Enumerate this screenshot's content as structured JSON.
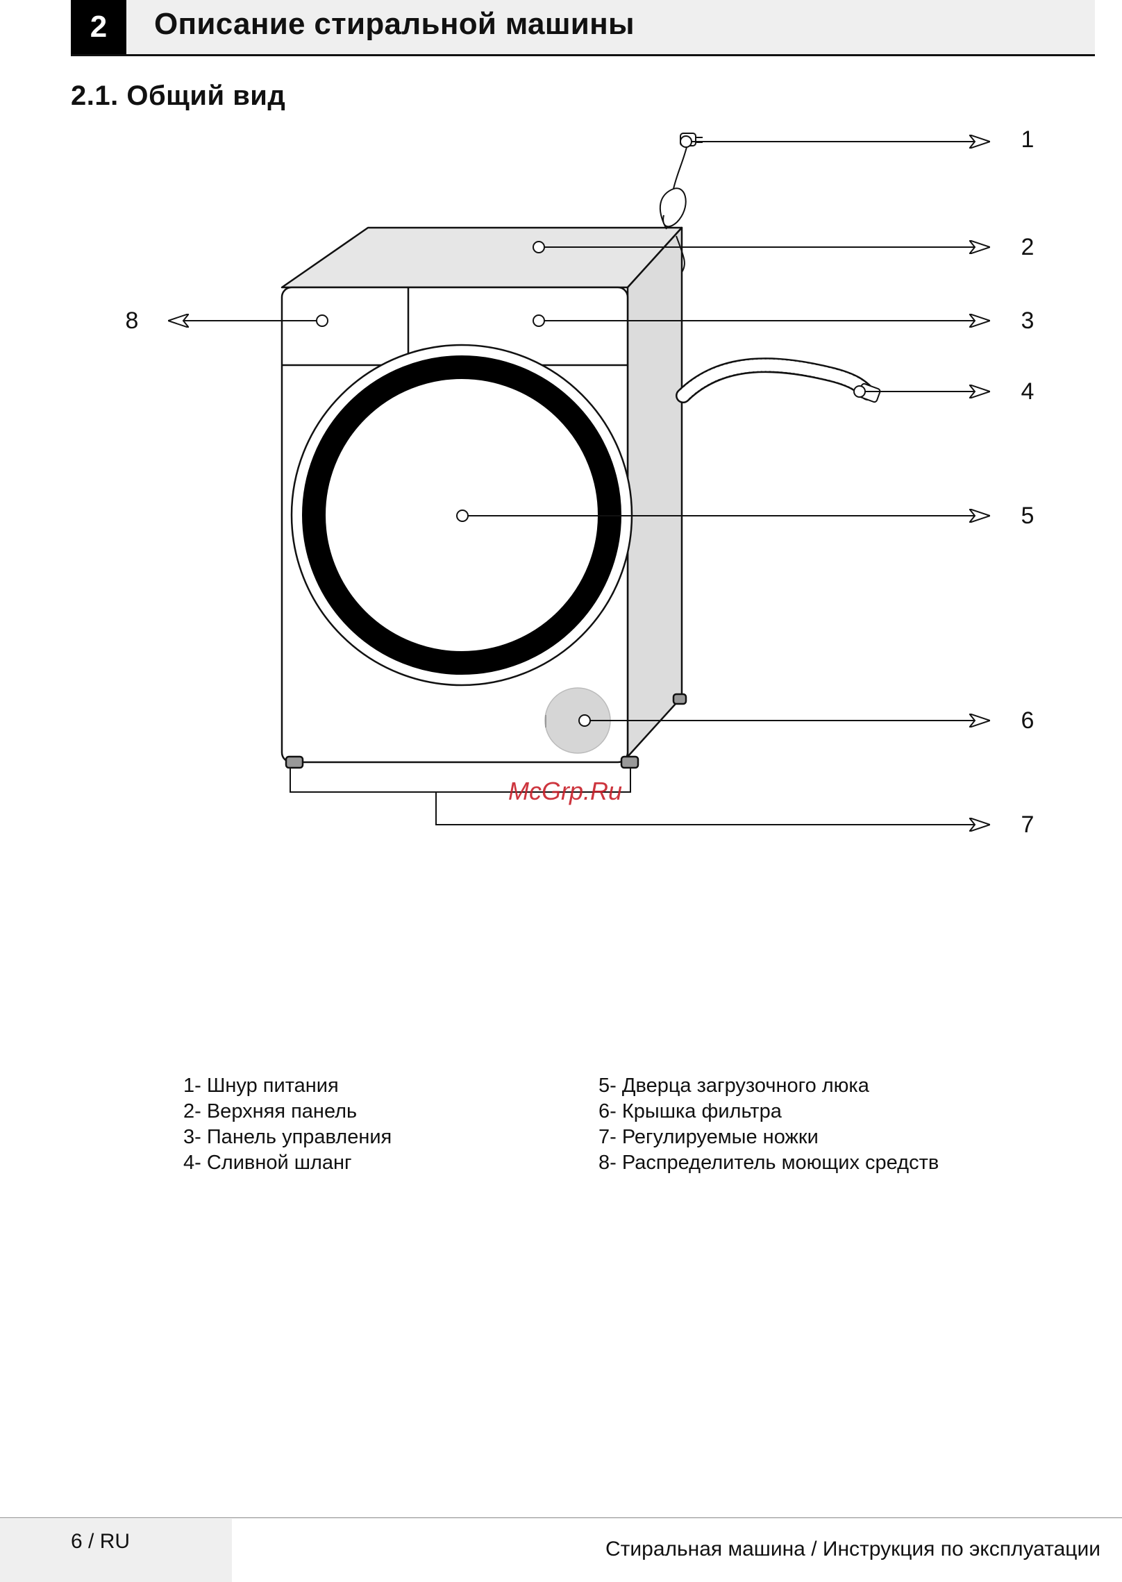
{
  "chapter": {
    "number": "2",
    "title": "Описание стиральной машины"
  },
  "section": {
    "title": "2.1. Общий вид"
  },
  "callouts": [
    "1",
    "2",
    "3",
    "4",
    "5",
    "6",
    "7",
    "8"
  ],
  "watermark": "McGrp.Ru",
  "legend": {
    "left": [
      "1- Шнур питания",
      "2- Верхняя панель",
      "3- Панель управления",
      "4- Сливной шланг"
    ],
    "right": [
      "5- Дверца загрузочного люка",
      "6- Крышка фильтра",
      "7- Регулируемые ножки",
      "8- Распределитель моющих средств"
    ]
  },
  "footer": {
    "page": "6 / RU",
    "title": "Стиральная машина /  Инструкция по эксплуатации"
  }
}
